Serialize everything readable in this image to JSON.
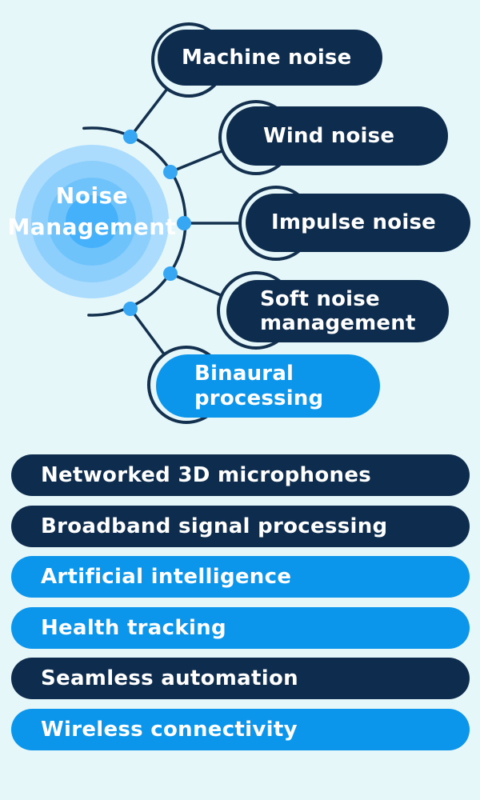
{
  "colors": {
    "background": "#e5f7f9",
    "navy": "#0e2c4e",
    "blue": "#0b96ec",
    "connector": "#13304f",
    "dot": "#38a7f3",
    "text": "#ffffff",
    "hub_rings": [
      "#abdcfd",
      "#8ccffc",
      "#6fc3fb",
      "#45b1fa"
    ]
  },
  "mindmap": {
    "center": {
      "label": "Noise Management",
      "line1": "Noise",
      "line2": "Management"
    },
    "branches": [
      {
        "label": "Machine noise",
        "color": "navy"
      },
      {
        "label": "Wind noise",
        "color": "navy"
      },
      {
        "label": "Impulse noise",
        "color": "navy"
      },
      {
        "label": "Soft noise management",
        "color": "navy"
      },
      {
        "label": "Binaural processing",
        "color": "blue"
      }
    ]
  },
  "features": [
    {
      "label": "Networked 3D microphones",
      "color": "navy"
    },
    {
      "label": "Broadband signal processing",
      "color": "navy"
    },
    {
      "label": "Artificial intelligence",
      "color": "blue"
    },
    {
      "label": "Health tracking",
      "color": "blue"
    },
    {
      "label": "Seamless automation",
      "color": "navy"
    },
    {
      "label": "Wireless connectivity",
      "color": "blue"
    }
  ]
}
